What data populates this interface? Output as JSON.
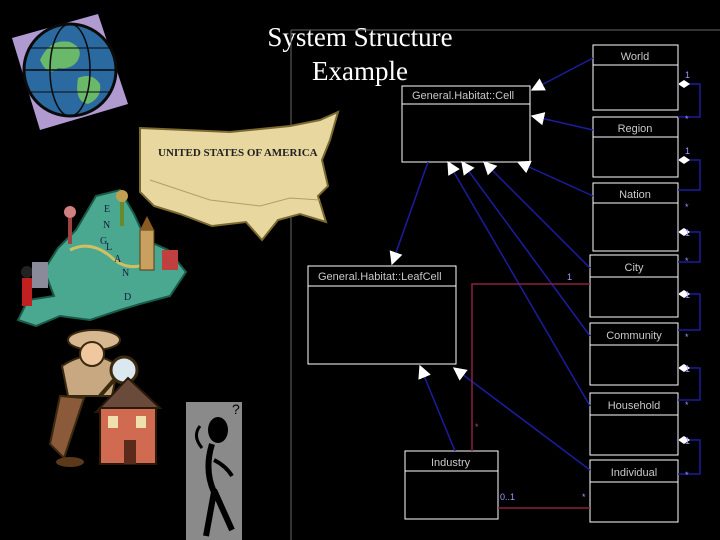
{
  "slide": {
    "title_line1": "System Structure",
    "title_line2": "Example"
  },
  "clipart": {
    "usa_map_text": "UNITED STATES OF AMERICA",
    "england_letters": [
      "E",
      "N",
      "G",
      "L",
      "A",
      "N",
      "D"
    ]
  },
  "diagram": {
    "classes": {
      "world": "World",
      "region": "Region",
      "nation": "Nation",
      "city": "City",
      "community": "Community",
      "household": "Household",
      "individual": "Individual",
      "cell": "General.Habitat::Cell",
      "leafcell": "General.Habitat::LeafCell",
      "industry": "Industry"
    },
    "multiplicities": {
      "world_region": "1",
      "region_1": "*",
      "region_nation": "1",
      "nation_1": "*",
      "nation_city": "1",
      "city_1": "*",
      "city_community": "1",
      "community_1": "*",
      "community_household": "1",
      "household_1": "*",
      "household_individual": "1",
      "individual_1": "*",
      "leafcell_city": "1",
      "industry_leafcell": "*",
      "industry_individual": "0..1",
      "individual_industry": "*"
    },
    "colors": {
      "line": "#1c1ca0",
      "box": "#ffffff",
      "association": "#8a2040"
    }
  }
}
